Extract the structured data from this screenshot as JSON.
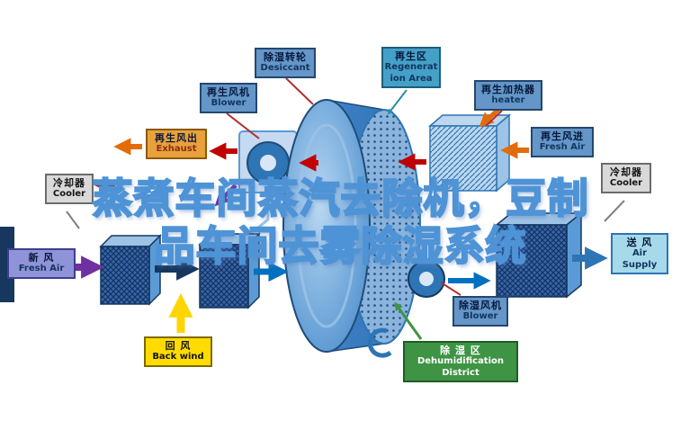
{
  "title": {
    "line1": "蒸煮车间蒸汽去除机，豆制",
    "line2": "品车间去雾除湿系统"
  },
  "labels": {
    "regen_blower": {
      "zh": "再生风机",
      "en": "Blower"
    },
    "desiccant_wheel": {
      "zh": "除湿转轮",
      "en": "Desiccant"
    },
    "regeneration_area": {
      "zh": "再生区",
      "en": "Regeneration Area"
    },
    "regen_heater": {
      "zh": "再生加热器",
      "en": "heater"
    },
    "exhaust": {
      "zh": "再生风出",
      "en": "Exhaust"
    },
    "cooler_left": {
      "zh": "冷却器",
      "en": "Cooler"
    },
    "fresh_air_left": {
      "zh": "新 风",
      "en": "Fresh Air"
    },
    "back_wind": {
      "zh": "回 风",
      "en": "Back wind"
    },
    "regen_air_in": {
      "zh": "再生风进",
      "en": "Fresh Air"
    },
    "cooler_right": {
      "zh": "冷却器",
      "en": "Cooler"
    },
    "air_supply": {
      "zh": "送 风",
      "en": "Air Supply"
    },
    "dehumid_blower": {
      "zh": "除湿风机",
      "en": "Blower"
    },
    "dehumid_district": {
      "zh": "除 湿 区",
      "en": "Dehumidification District"
    }
  },
  "colors": {
    "label_blue": "#6496c8",
    "label_teal": "#45a0c8",
    "label_orange": "#e8a13c",
    "label_gray": "#d9d9d9",
    "label_periwinkle": "#9093d8",
    "label_yellow": "#ffdc00",
    "label_cyan": "#a6d9ea",
    "label_green": "#3e9444",
    "wheel_blue": "#2e75b6",
    "arrow_red": "#c00000",
    "arrow_orange": "#e36c0a",
    "arrow_purple": "#7030a0",
    "arrow_yellow": "#ffd500",
    "arrow_blue": "#0070c0",
    "arrow_green": "#3e9444",
    "title_fill": "#ffffff",
    "title_outline": "#4e93d6"
  }
}
